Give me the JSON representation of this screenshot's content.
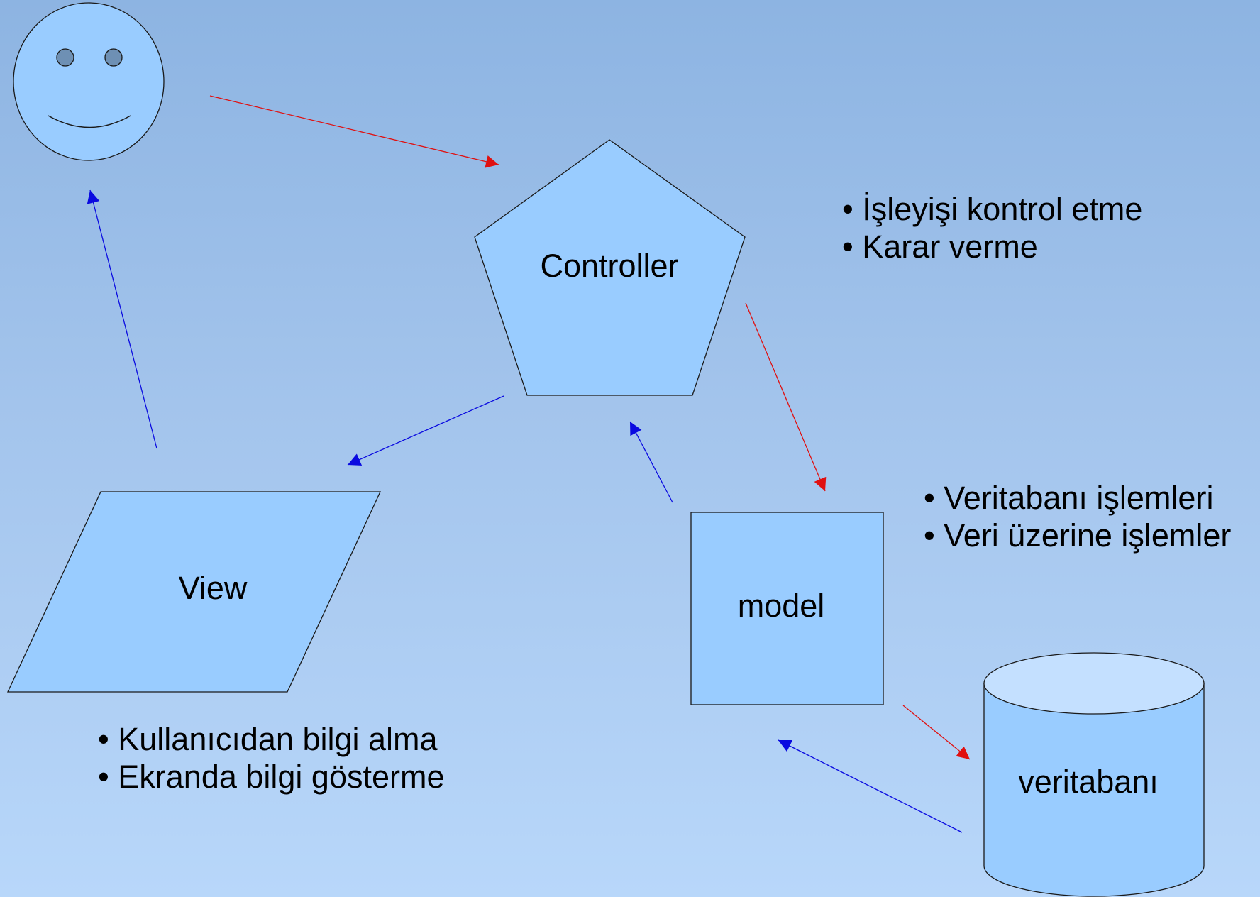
{
  "nodes": {
    "controller": "Controller",
    "view": "View",
    "model": "model",
    "database": "veritabanı"
  },
  "notes": {
    "controller": [
      "İşleyişi kontrol etme",
      "Karar verme"
    ],
    "model": [
      "Veritabanı işlemleri",
      "Veri üzerine işlemler"
    ],
    "view": [
      "Kullanıcıdan bilgi alma",
      "Ekranda bilgi gösterme"
    ]
  },
  "icons": {
    "user": "smiley-face-icon"
  },
  "colors": {
    "background_top": "#8db4e2",
    "background_bottom": "#b8d7fa",
    "shape_fill": "#99ccff",
    "database_top": "#c4e0ff",
    "request_arrow": "#ff0000",
    "response_arrow": "#0000ff"
  }
}
